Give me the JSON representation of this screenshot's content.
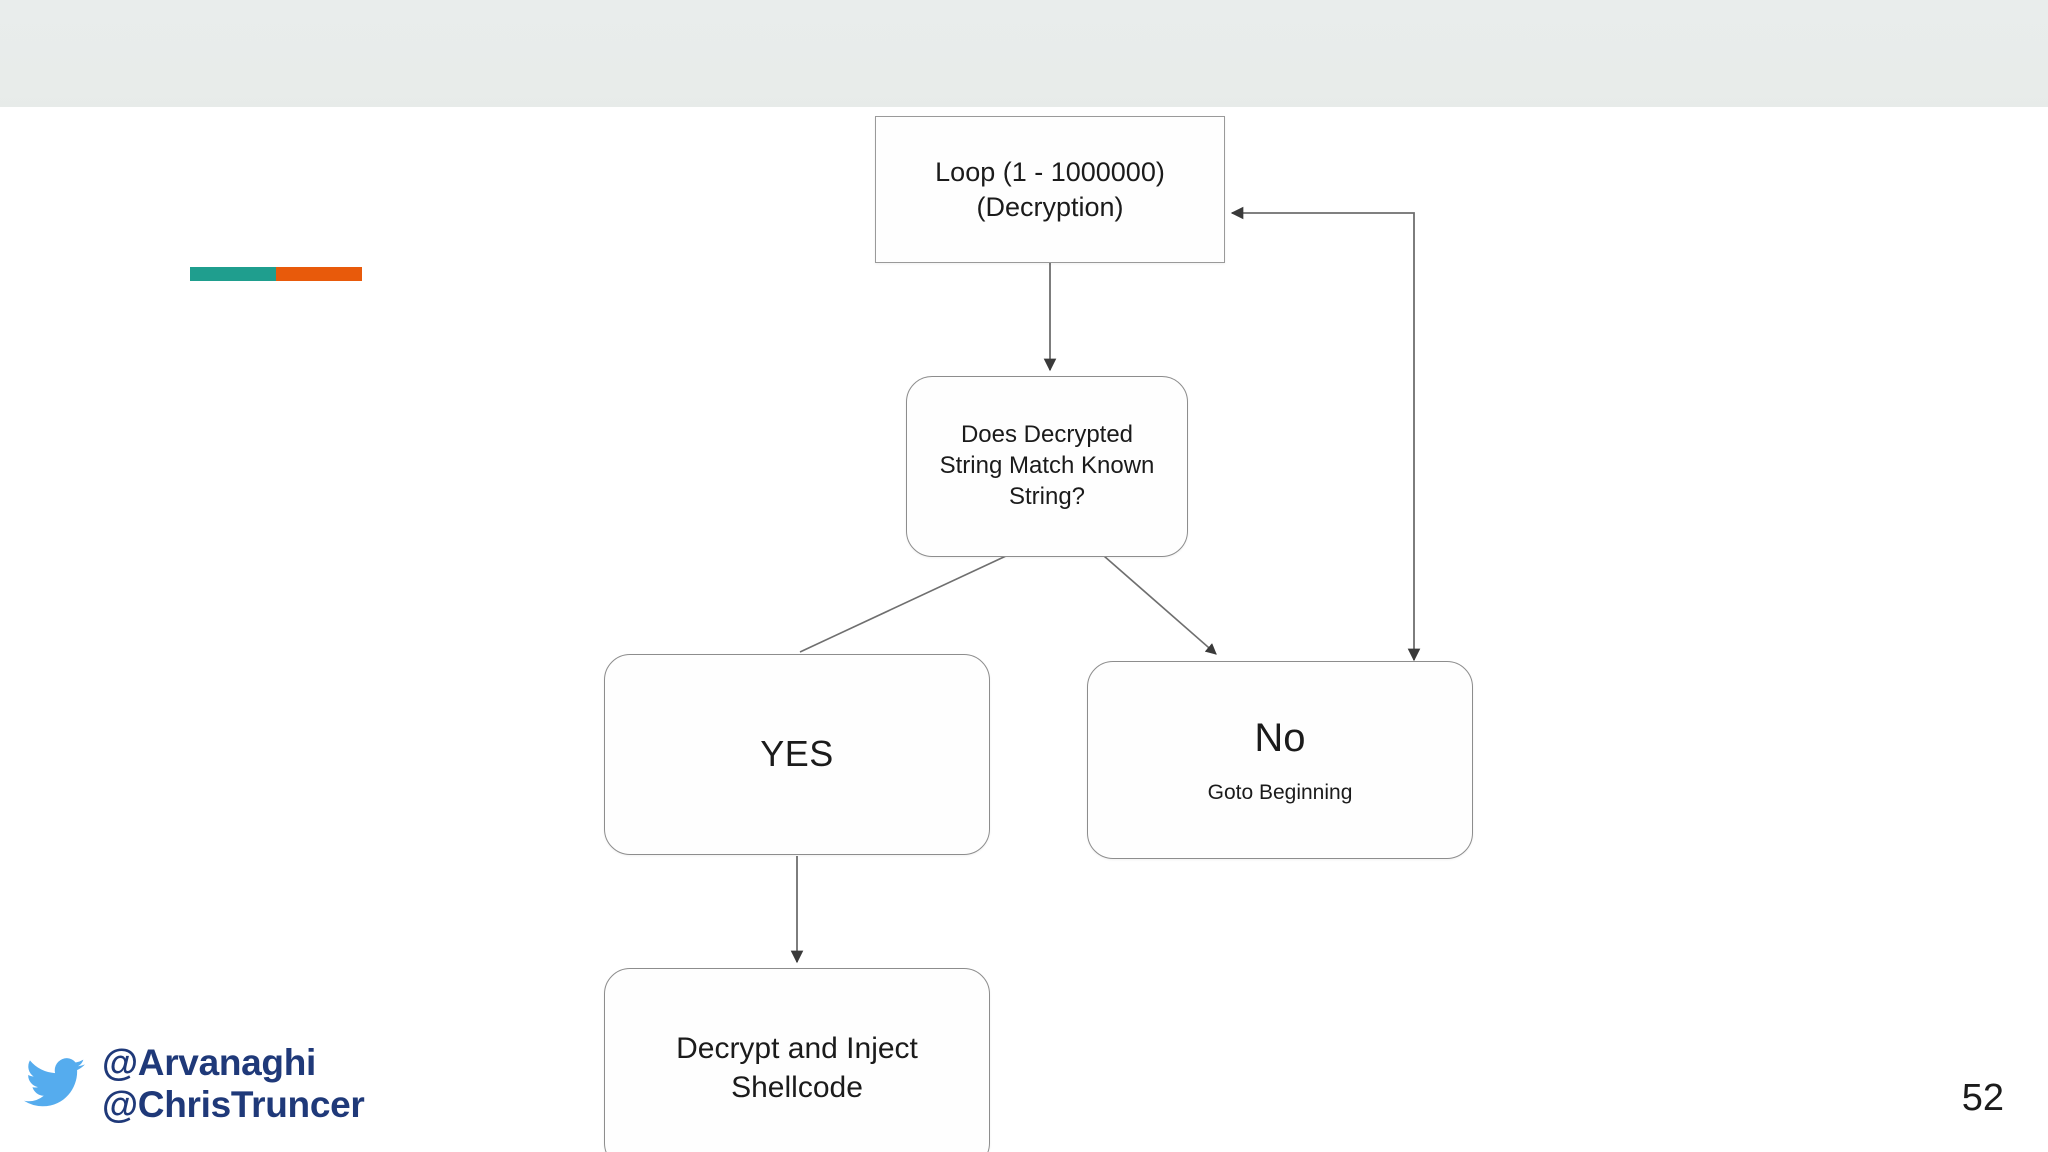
{
  "slide": {
    "page_number": "52",
    "header_color": "#e8ecea",
    "accent_colors": {
      "teal": "#1f9e8e",
      "orange": "#e85a0b"
    },
    "background_color": "#ffffff"
  },
  "accent_bar": {
    "segments": [
      {
        "name": "teal",
        "color": "#1f9e8e"
      },
      {
        "name": "orange",
        "color": "#e85a0b"
      }
    ]
  },
  "flowchart": {
    "type": "diagram",
    "nodes": [
      {
        "id": "loop",
        "shape": "rectangle",
        "lines": [
          "Loop (1 - 1000000)",
          "(Decryption)"
        ]
      },
      {
        "id": "decision",
        "shape": "rounded-rectangle",
        "lines": [
          "Does Decrypted String Match Known String?"
        ]
      },
      {
        "id": "yes",
        "shape": "rounded-rectangle",
        "lines": [
          "YES"
        ]
      },
      {
        "id": "no",
        "shape": "rounded-rectangle",
        "title": "No",
        "subtitle": "Goto Beginning"
      },
      {
        "id": "decrypt",
        "shape": "rounded-rectangle",
        "lines": [
          "Decrypt and Inject",
          "Shellcode"
        ]
      }
    ],
    "edges": [
      {
        "from": "loop",
        "to": "decision",
        "style": "straight-down",
        "arrow": "end"
      },
      {
        "from": "decision",
        "to": "yes",
        "style": "diagonal-left",
        "arrow": "none"
      },
      {
        "from": "decision",
        "to": "no",
        "style": "diagonal-right",
        "arrow": "end"
      },
      {
        "from": "yes",
        "to": "decrypt",
        "style": "straight-down",
        "arrow": "end"
      },
      {
        "from": "no",
        "to": "loop",
        "style": "orthogonal-loopback",
        "arrow": "both"
      }
    ],
    "node_text": {
      "loop_line1": "Loop (1 - 1000000)",
      "loop_line2": "(Decryption)",
      "decision_line1": "Does Decrypted",
      "decision_line2": "String Match Known",
      "decision_line3": "String?",
      "yes_label": "YES",
      "no_label": "No",
      "no_sublabel": "Goto Beginning",
      "decrypt_line1": "Decrypt and Inject",
      "decrypt_line2": "Shellcode"
    }
  },
  "footer": {
    "twitter_icon": "twitter-bird-icon",
    "handle_1": "@Arvanaghi",
    "handle_2": "@ChrisTruncer",
    "handle_color": "#1f3979",
    "bird_color": "#55acee"
  }
}
